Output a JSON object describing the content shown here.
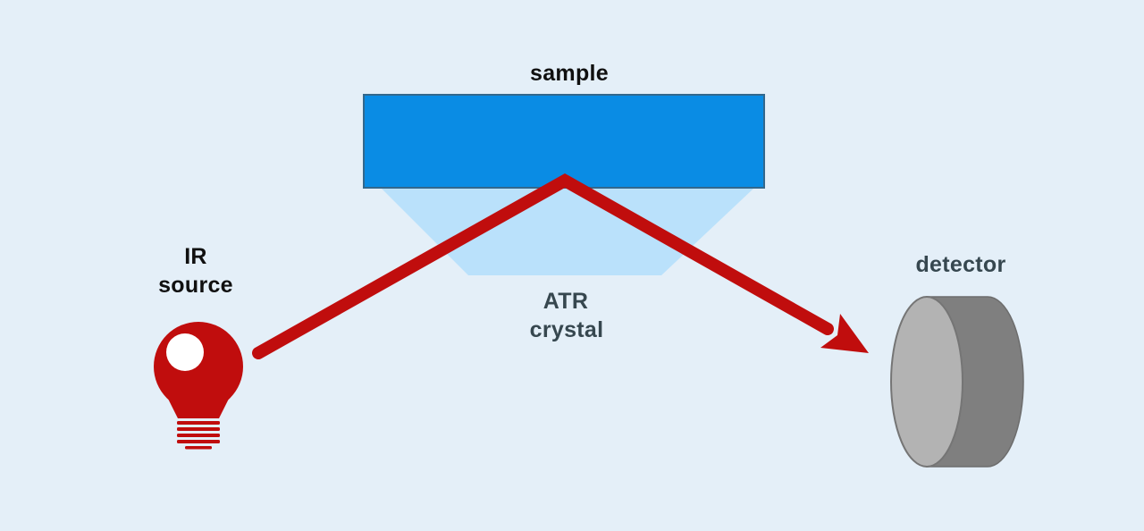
{
  "labels": {
    "sample": "sample",
    "ir_source": {
      "line1": "IR",
      "line2": "source"
    },
    "atr_crystal": {
      "line1": "ATR",
      "line2": "crystal"
    },
    "detector": "detector"
  },
  "colors": {
    "background": "#e4eff8",
    "sample_fill": "#0a8ce4",
    "sample_border": "#33688c",
    "crystal_fill": "#bae1fb",
    "beam": "#c00d0d",
    "bulb": "#c00d0d",
    "bulb_highlight": "#ffffff",
    "detector_face": "#b3b3b3",
    "detector_face_border": "#757575",
    "detector_body": "#7f7f7f",
    "detector_body_border": "#6d6d6d",
    "label_black": "#101010",
    "label_slate": "#36474f"
  }
}
